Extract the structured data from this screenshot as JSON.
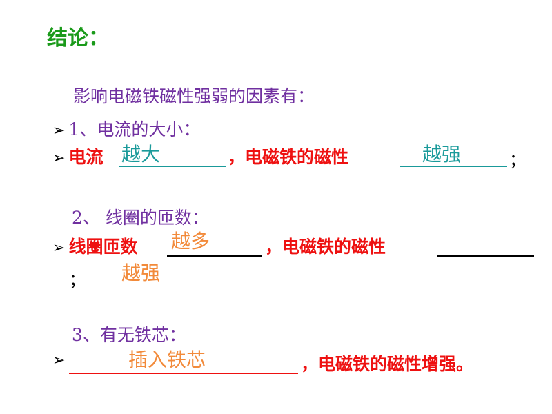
{
  "title": "结论：",
  "intro": "影响电磁铁磁性强弱的因素有：",
  "arrow": "➢",
  "section1": {
    "heading": "1、电流的大小：",
    "line_start": "电流",
    "fill1": "越大",
    "middle": "，电磁铁的磁性",
    "fill2": "越强",
    "end": "；"
  },
  "section2": {
    "heading": "2、 线圈的匝数：",
    "line_start": "线圈匝数",
    "fill1": "越多",
    "middle": "，电磁铁的磁性",
    "end": "；",
    "fill2": "越强"
  },
  "section3": {
    "heading": "3、有无铁芯：",
    "fill1": "插入铁芯",
    "end": "，电磁铁的磁性增强。"
  },
  "colors": {
    "title": "#1a9a1a",
    "heading": "#7030a0",
    "statement": "#ee1111",
    "answer_teal": "#1a9a9a",
    "answer_orange": "#f28a3a"
  }
}
